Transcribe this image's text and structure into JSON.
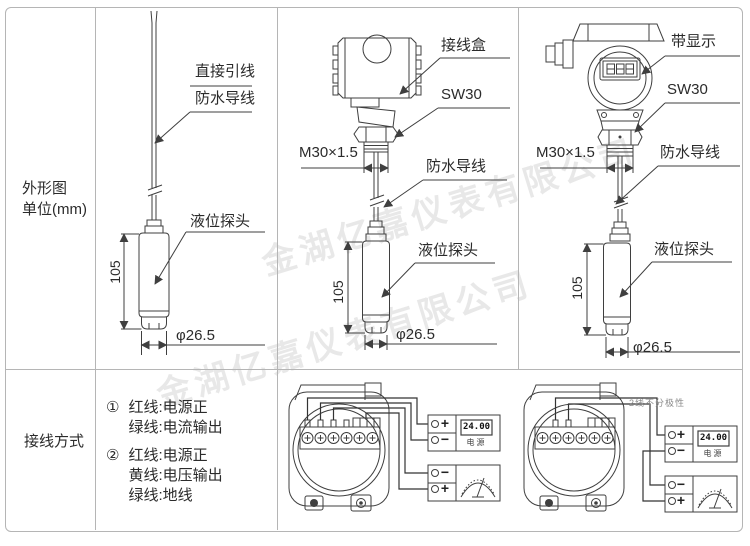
{
  "panel_labels": {
    "outline_line1": "外形图",
    "outline_line2": "单位(mm)",
    "wiring": "接线方式"
  },
  "sensor1": {
    "direct_lead": "直接引线",
    "waterproof_wire": "防水导线",
    "probe": "液位探头",
    "height": "105",
    "diameter": "φ26.5"
  },
  "sensor2": {
    "junction_box": "接线盒",
    "wrench_size": "SW30",
    "thread": "M30×1.5",
    "waterproof_wire": "防水导线",
    "probe": "液位探头",
    "height": "105",
    "diameter": "φ26.5"
  },
  "sensor3": {
    "display_head": "带显示",
    "wrench_size": "SW30",
    "thread": "M30×1.5",
    "waterproof_wire": "防水导线",
    "probe": "液位探头",
    "height": "105",
    "diameter": "φ26.5"
  },
  "wiring": {
    "item1": {
      "num": "①",
      "lines": [
        "红线:电源正",
        "绿线:电流输出"
      ]
    },
    "item2": {
      "num": "②",
      "lines": [
        "红线:电源正",
        "黄线:电压输出",
        "绿线:地线"
      ]
    },
    "note_2wire": "2线不分极性",
    "psu_value": "24.00",
    "psu_label": "电源",
    "plus": "+",
    "minus": "−"
  },
  "watermark": {
    "text": "金湖亿嘉仪表有限公司"
  },
  "colors": {
    "line": "#3f3f3f",
    "border": "#b5b5b5"
  }
}
